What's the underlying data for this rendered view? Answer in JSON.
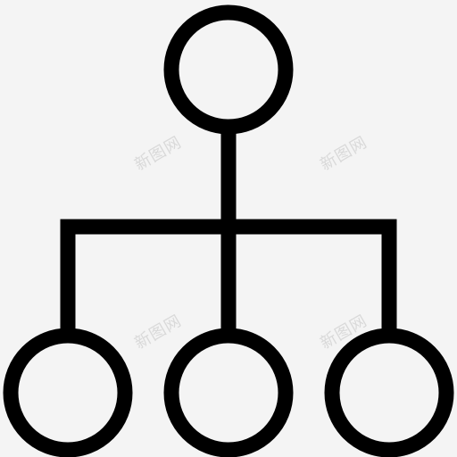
{
  "icon": {
    "name": "hierarchy-icon",
    "stroke_color": "#000000",
    "background_color": "#f4f4f4"
  },
  "nodes": [
    {
      "role": "parent-node"
    },
    {
      "role": "child-node-left"
    },
    {
      "role": "child-node-center"
    },
    {
      "role": "child-node-right"
    }
  ],
  "watermark": {
    "text": "新图网",
    "color": "#d9d9d9"
  }
}
